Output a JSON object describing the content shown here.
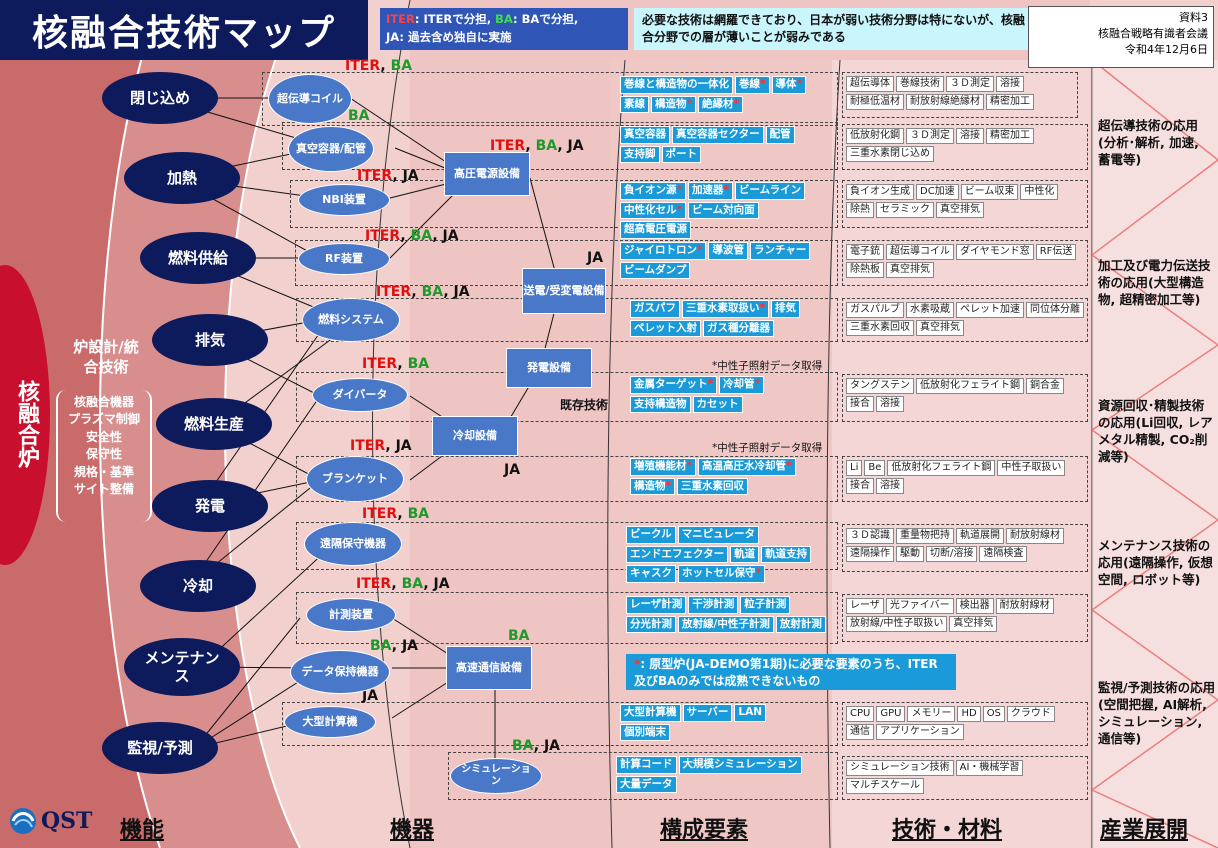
{
  "title": "核融合技術マップ",
  "legend": {
    "iter_key": "ITER",
    "iter_text": ": ITERで分担, ",
    "ba_key": "BA",
    "ba_text": ": BAで分担,",
    "ja_text": "JA: 過去含め独自に実施"
  },
  "note": "必要な技術は網羅できており、日本が弱い技術分野は特にないが、核融合分野での層が薄いことが弱みである",
  "reference": {
    "doc": "資料3",
    "council": "核融合戦略有識者会議",
    "date": "令和4年12月6日"
  },
  "reactor": {
    "label": "核融合炉",
    "design_title": "炉設計/統合技術",
    "design_items": [
      "核融合機器",
      "プラズマ制御",
      "安全性",
      "保守性",
      "規格・基準",
      "サイト整備"
    ]
  },
  "functions": [
    "閉じ込め",
    "加熱",
    "燃料供給",
    "排気",
    "燃料生産",
    "発電",
    "冷却",
    "メンテナンス",
    "監視/予測"
  ],
  "devices": {
    "sc_coil": "超伝導コイル",
    "vacuum": "真空容器/配管",
    "nbi": "NBI装置",
    "rf": "RF装置",
    "fuel_sys": "燃料システム",
    "divertor": "ダイバータ",
    "blanket": "ブランケット",
    "remote": "遠隔保守機器",
    "measure": "計測装置",
    "data_store": "データ保持機器",
    "big_computer": "大型計算機",
    "simulation": "シミュレーション",
    "hv_power": "高圧電源設備",
    "substation": "送電/受変電設備",
    "power_gen": "発電設備",
    "cooling": "冷却設備",
    "comm": "高速通信設備"
  },
  "existing_tech": "既存技術",
  "star_note": "*中性子照射データ取得",
  "legend_note": {
    "star": "*",
    "text": ": 原型炉(JA-DEMO第1期)に必要な要素のうち、ITER及びBAのみでは成熟できないもの"
  },
  "elements": [
    [
      {
        "t": "巻線と構造物の一体化"
      },
      {
        "t": "巻線",
        "s": "*"
      },
      {
        "t": "導体",
        "s": "*"
      },
      {
        "t": "素線"
      },
      {
        "t": "構造物",
        "s": "*"
      },
      {
        "t": "絶縁材",
        "s": "*"
      }
    ],
    [
      {
        "t": "真空容器"
      },
      {
        "t": "真空容器セクター"
      },
      {
        "t": "配管"
      },
      {
        "t": "支持脚"
      },
      {
        "t": "ポート"
      }
    ],
    [
      {
        "t": "負イオン源",
        "s": "*"
      },
      {
        "t": "加速器",
        "s": "*"
      },
      {
        "t": "ビームライン"
      },
      {
        "t": "中性化セル",
        "s": "*"
      },
      {
        "t": "ビーム対向面"
      },
      {
        "t": "超高電圧電源"
      }
    ],
    [
      {
        "t": "ジャイロトロン",
        "s": "*"
      },
      {
        "t": "導波管"
      },
      {
        "t": "ランチャー"
      },
      {
        "t": "ビームダンプ"
      }
    ],
    [
      {
        "t": "ガスパフ"
      },
      {
        "t": "三重水素取扱い",
        "s": "*"
      },
      {
        "t": "排気"
      },
      {
        "t": "ペレット入射"
      },
      {
        "t": "ガス種分離器"
      }
    ],
    [
      {
        "t": "金属ターゲット",
        "s": "*"
      },
      {
        "t": "冷却管",
        "s": "*"
      },
      {
        "t": "支持構造物"
      },
      {
        "t": "カセット"
      }
    ],
    [
      {
        "t": "増殖機能材",
        "s": "*"
      },
      {
        "t": "高温高圧水冷却管",
        "s": "*"
      },
      {
        "t": "構造物",
        "s": "*"
      },
      {
        "t": "三重水素回収"
      }
    ],
    [
      {
        "t": "ビークル"
      },
      {
        "t": "マニピュレータ"
      },
      {
        "t": "エンドエフェクター"
      },
      {
        "t": "軌道"
      },
      {
        "t": "軌道支持"
      },
      {
        "t": "キャスク"
      },
      {
        "t": "ホットセル保守",
        "s": "*"
      }
    ],
    [
      {
        "t": "レーザ計測"
      },
      {
        "t": "干渉計測"
      },
      {
        "t": "粒子計測"
      },
      {
        "t": "分光計測"
      },
      {
        "t": "放射線/中性子計測"
      },
      {
        "t": "放射計測"
      }
    ],
    [
      {
        "t": "大型計算機"
      },
      {
        "t": "サーバー"
      },
      {
        "t": "LAN"
      },
      {
        "t": "個別端末"
      }
    ],
    [
      {
        "t": "計算コード"
      },
      {
        "t": "大規模シミュレーション"
      },
      {
        "t": "大量データ"
      }
    ]
  ],
  "techs": [
    [
      "超伝導体",
      "巻線技術",
      "３Ｄ測定",
      "溶接",
      "耐極低温材",
      "耐放射線絶縁材",
      "精密加工"
    ],
    [
      "低放射化鋼",
      "３Ｄ測定",
      "溶接",
      "精密加工",
      "三重水素閉じ込め"
    ],
    [
      "負イオン生成",
      "DC加速",
      "ビーム収束",
      "中性化",
      "除熱",
      "セラミック",
      "真空排気"
    ],
    [
      "電子銃",
      "超伝導コイル",
      "ダイヤモンド窓",
      "RF伝送",
      "除熱板",
      "真空排気"
    ],
    [
      "ガスパルブ",
      "水素吸蔵",
      "ペレット加速",
      "同位体分離",
      "三重水素回収",
      "真空排気"
    ],
    [
      "タングステン",
      "低放射化フェライト鋼",
      "銅合金",
      "接合",
      "溶接"
    ],
    [
      "Li",
      "Be",
      "低放射化フェライト鋼",
      "中性子取扱い",
      "接合",
      "溶接"
    ],
    [
      "３Ｄ認識",
      "重量物把持",
      "軌道展開",
      "耐放射線材",
      "遠隔操作",
      "駆動",
      "切断/溶接",
      "遠隔検査"
    ],
    [
      "レーザ",
      "光ファイバー",
      "検出器",
      "耐放射線材",
      "放射線/中性子取扱い",
      "真空排気"
    ],
    [
      "CPU",
      "GPU",
      "メモリー",
      "HD",
      "OS",
      "クラウド",
      "通信",
      "アプリケーション"
    ],
    [
      "シミュレーション技術",
      "AI・機械学習",
      "マルチスケール"
    ]
  ],
  "industry": [
    "超伝導技術の応用(分析･解析, 加速, 蓄電等)",
    "加工及び電力伝送技術の応用(大型構造物, 超精密加工等)",
    "資源回収･精製技術の応用(Li回収, レアメタル精製, CO₂削減等)",
    "メンテナンス技術の応用(遠隔操作, 仮想空間, ロボット等)",
    "監視/予測技術の応用(空間把握, AI解析, シミュレーション, 通信等)"
  ],
  "headings": {
    "func": "機能",
    "dev": "機器",
    "elem": "構成要素",
    "tech": "技術・材料",
    "ind": "産業展開"
  },
  "logo": "QST"
}
